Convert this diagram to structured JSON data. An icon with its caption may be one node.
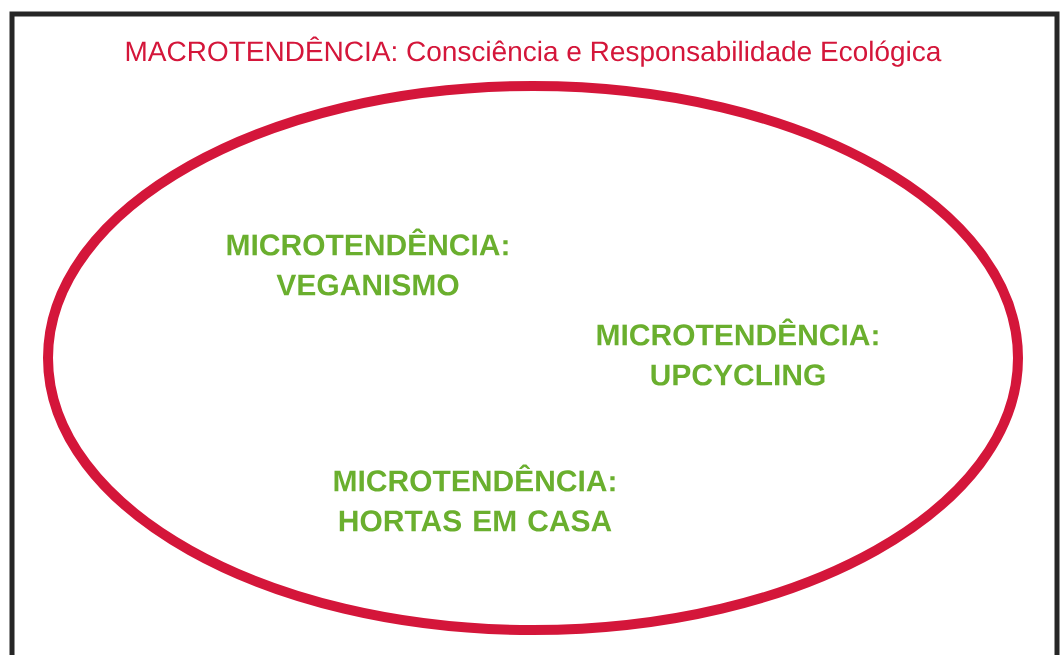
{
  "diagram": {
    "nodes": [
      {
        "text": [
          "MACROTENDÊNCIA: Consciência e Responsabilidade Ecológica"
        ]
      },
      {
        "text": [
          "MICROTENDÊNCIA: VEGANISMO"
        ],
        "in": 0
      },
      {
        "text": [
          "MICROTENDÊNCIA: UPCYCLING"
        ],
        "in": 0
      },
      {
        "text": [
          "MICROTENDÊNCIA: HORTAS EM CASA"
        ],
        "in": 0
      }
    ]
  }
}
